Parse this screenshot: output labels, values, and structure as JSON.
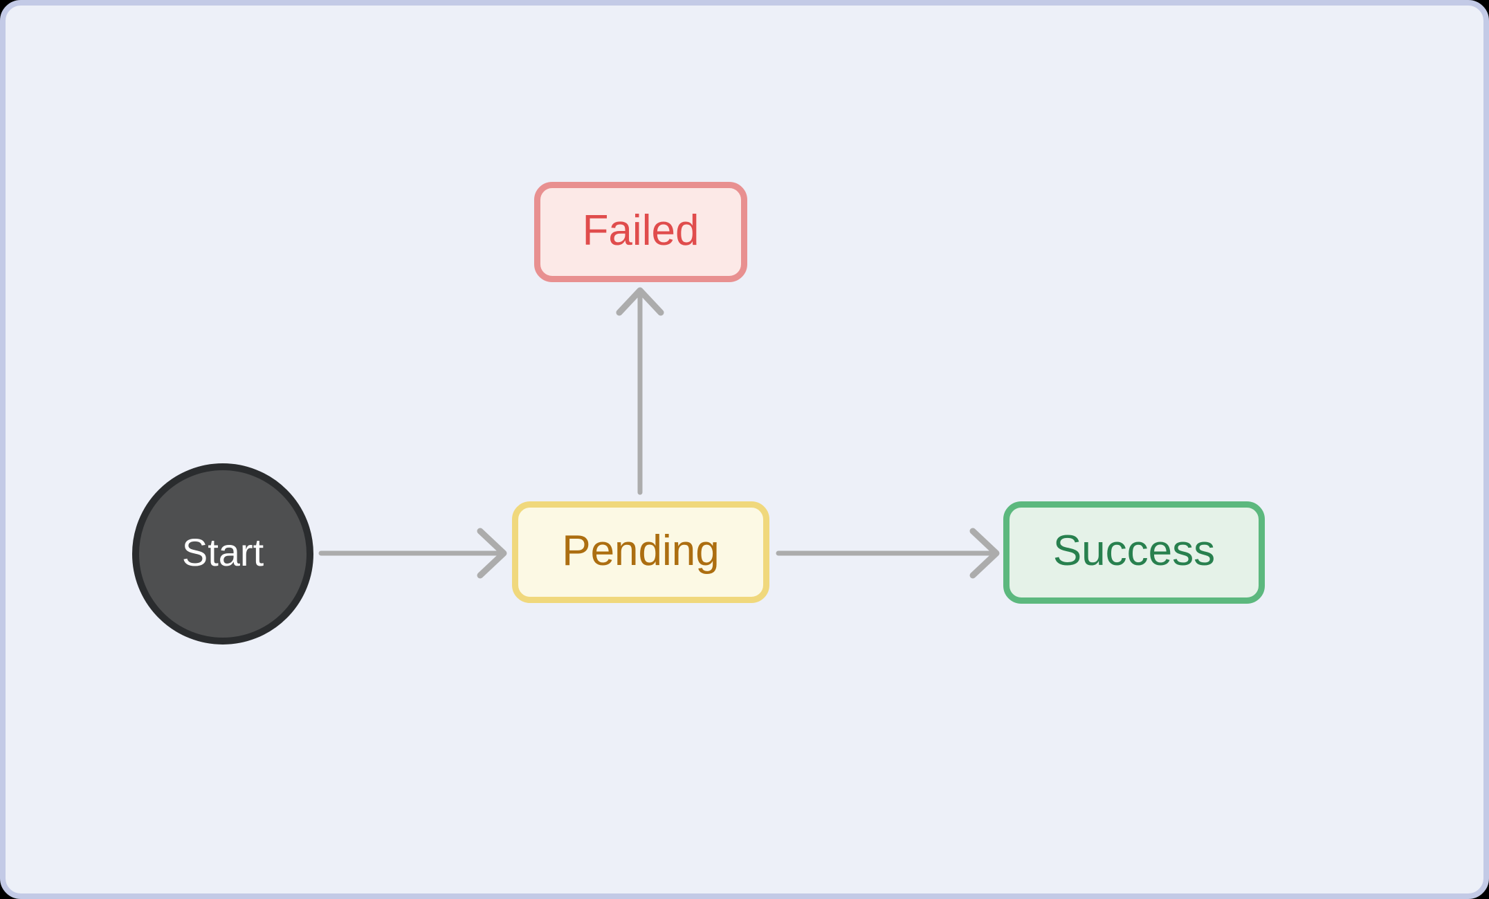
{
  "diagram": {
    "type": "state-flow-diagram",
    "canvas": {
      "background_color": "#EDF0F8",
      "frame_border_color": "#C3CAE6",
      "outside_color": "#000000"
    },
    "arrow_color": "#ACACAC",
    "nodes": [
      {
        "id": "start",
        "label": "Start",
        "shape": "circle",
        "fill": "#4E4F50",
        "stroke": "#2A2C2E",
        "text_color": "#FFFFFF"
      },
      {
        "id": "pending",
        "label": "Pending",
        "shape": "rounded-rectangle",
        "fill": "#FCF9E4",
        "stroke": "#F0D87C",
        "text_color": "#AC6E10"
      },
      {
        "id": "failed",
        "label": "Failed",
        "shape": "rounded-rectangle",
        "fill": "#FCE9E7",
        "stroke": "#E89090",
        "text_color": "#E04C4C"
      },
      {
        "id": "success",
        "label": "Success",
        "shape": "rounded-rectangle",
        "fill": "#E5F2E8",
        "stroke": "#5CB87E",
        "text_color": "#28804E"
      }
    ],
    "edges": [
      {
        "from": "start",
        "to": "pending",
        "direction": "right"
      },
      {
        "from": "pending",
        "to": "failed",
        "direction": "up"
      },
      {
        "from": "pending",
        "to": "success",
        "direction": "right"
      }
    ]
  }
}
